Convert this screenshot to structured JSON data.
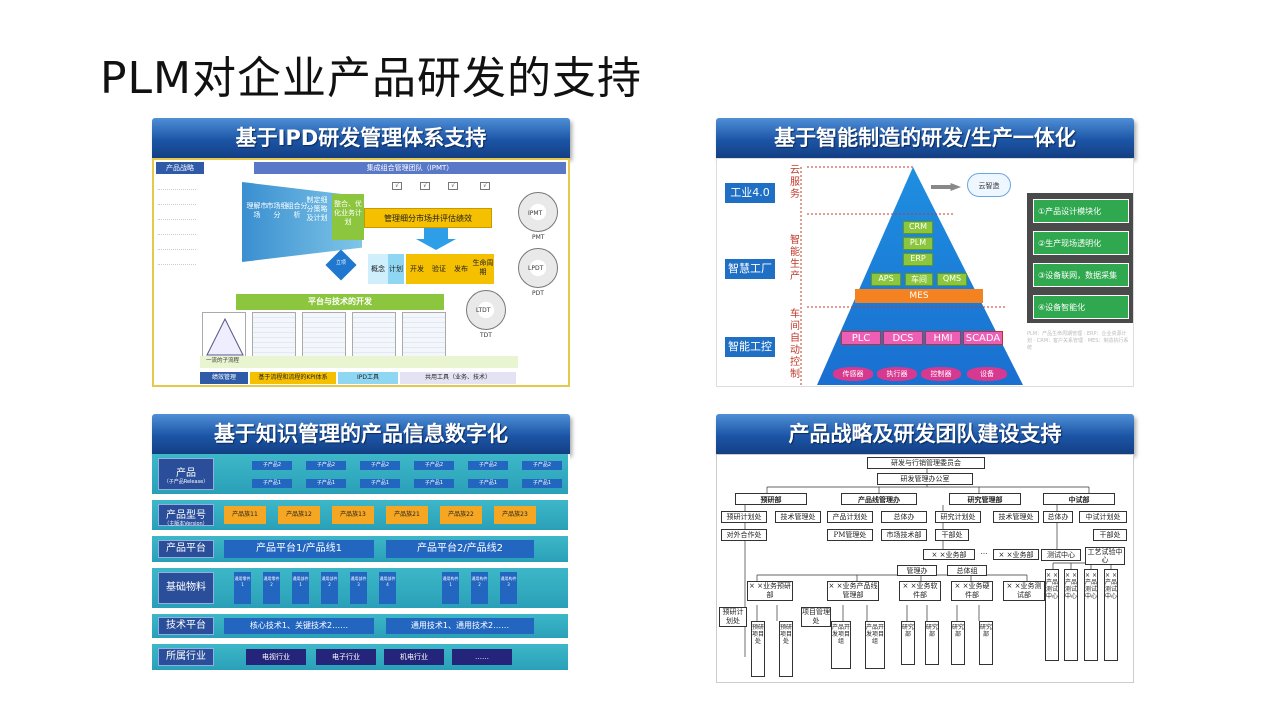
{
  "slide": {
    "title": "PLM对企业产品研发的支持"
  },
  "panels": {
    "ipd": {
      "title": "基于IPD研发管理体系支持",
      "strategy_label": "产品战略",
      "ipmt_label": "集成组合管理团队（IPMT）",
      "funnel_cells": [
        "理解市场",
        "市场细分",
        "组合分析",
        "制定细分策略及计划",
        "整合、优化业务计划"
      ],
      "market_label": "管理细分市场并评估绩效",
      "decision_label": "立项",
      "dev_stages": [
        "概念",
        "计划",
        "开发",
        "验证",
        "发布",
        "生命周期"
      ],
      "platform_label": "平台与技术的开发",
      "circles": [
        "PMT",
        "PDT",
        "TDT"
      ],
      "circle_center_1": "IPMT",
      "circle_center_2": "LPDT",
      "circle_center_3": "LTDT",
      "sub_process_label": "一流的子流程",
      "bottom_items": [
        "绩效管理",
        "基于流程和流程的KPI体系",
        "IPD工具",
        "共用工具（业务、技术）"
      ]
    },
    "pyramid": {
      "title": "基于智能制造的研发/生产一体化",
      "levels": [
        "工业4.0",
        "智慧工厂",
        "智能工控"
      ],
      "side_labels": [
        "云服务",
        "智能生产",
        "车间自动控制"
      ],
      "cloud_label": "云智造",
      "boxes_top": [
        "CRM",
        "PLM",
        "ERP"
      ],
      "boxes_mid": [
        "APS",
        "车间",
        "QMS"
      ],
      "mes_label": "MES",
      "boxes_ctrl": [
        "PLC",
        "DCS",
        "HMI",
        "SCADA"
      ],
      "boxes_device": [
        "传感器",
        "执行器",
        "控制器",
        "设备"
      ],
      "features": [
        "①产品设计模块化",
        "②生产现场透明化",
        "③设备联网，数据采集",
        "④设备智能化"
      ],
      "faint_note": "PLM：产品生命周期管理 · ERP：企业资源计划 · CRM：客户关系管理 · MES：制造执行系统"
    },
    "knowledge": {
      "title": "基于知识管理的产品信息数字化",
      "rows": [
        {
          "label": "产品",
          "sub": "（子产品Release）"
        },
        {
          "label": "产品型号",
          "sub": "（主版本Version）"
        },
        {
          "label": "产品平台",
          "sub": ""
        },
        {
          "label": "基础物料",
          "sub": ""
        },
        {
          "label": "技术平台",
          "sub": ""
        },
        {
          "label": "所属行业",
          "sub": ""
        }
      ],
      "sub_products_top": [
        "子产品2",
        "子产品2",
        "子产品2",
        "子产品2",
        "子产品2",
        "子产品2"
      ],
      "sub_products_bottom": [
        "子产品1",
        "子产品1",
        "子产品1",
        "子产品1",
        "子产品1",
        "子产品1"
      ],
      "models": [
        "产品族11",
        "产品族12",
        "产品族13",
        "产品族21",
        "产品族22",
        "产品族23"
      ],
      "platforms": [
        "产品平台1/产品线1",
        "产品平台2/产品线2"
      ],
      "materials": [
        "通用零件1",
        "通用零件2",
        "通用部件1",
        "通用部件2",
        "通用部件3",
        "通用部件4",
        "通用构件1",
        "通用构件2",
        "通用构件3"
      ],
      "tech": [
        "核心技术1、关键技术2……",
        "通用技术1、通用技术2……"
      ],
      "industries": [
        "电视行业",
        "电子行业",
        "机电行业",
        "……"
      ]
    },
    "org": {
      "title": "产品战略及研发团队建设支持",
      "committee": "研发与行销管理委员会",
      "office": "研发管理办公室",
      "departments": [
        "预研部",
        "产品线管理办",
        "研究管理部",
        "中试部"
      ],
      "pre_research_units": [
        "预研计划处",
        "技术管理处",
        "对外合作处"
      ],
      "product_line_units": [
        "产品计划处",
        "总体办",
        "PM管理处",
        "市场技术部"
      ],
      "research_units": [
        "研究计划处",
        "技术管理处",
        "干部处"
      ],
      "pilot_units": [
        "总体办",
        "中试计划处",
        "干部处"
      ],
      "xx_business": [
        "× ×业务部",
        "× ×业务部"
      ],
      "mgmt_office": "管理办",
      "general_group": "总体组",
      "test_centers": [
        "测试中心",
        "工艺试验中心"
      ],
      "sub_depts": [
        "× ×业务预研部",
        "× ×业务产品线管理部",
        "× ×业务软件部",
        "× ×业务硬件部",
        "× ×业务测试部"
      ],
      "project_offices": [
        "预研计划处",
        "项目管理处"
      ],
      "vertical_units": [
        "预研项目处",
        "预研项目处",
        "产品开发项目组",
        "产品开发项目组",
        "研究部",
        "研究部",
        "研究部",
        "研究部"
      ],
      "test_verticals": [
        "× ×产品测试中心",
        "× ×产品测试中心",
        "× ×产品测试中心",
        "× ×产品测试中心"
      ],
      "ellipsis": "…"
    }
  }
}
